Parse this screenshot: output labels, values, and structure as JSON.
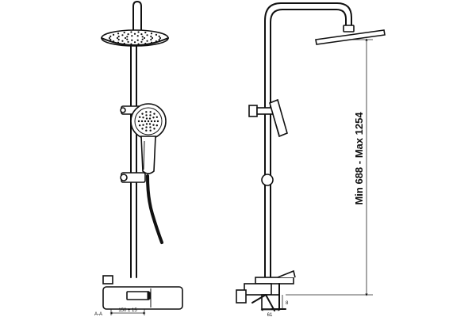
{
  "labels": {
    "height_range": "Min 688 - Max 1254",
    "width_range": "150 ± 15",
    "depth_left": "61",
    "depth_right": "8",
    "corner_mark": "A-A"
  },
  "colors": {
    "line": "#111111",
    "background": "#ffffff"
  }
}
